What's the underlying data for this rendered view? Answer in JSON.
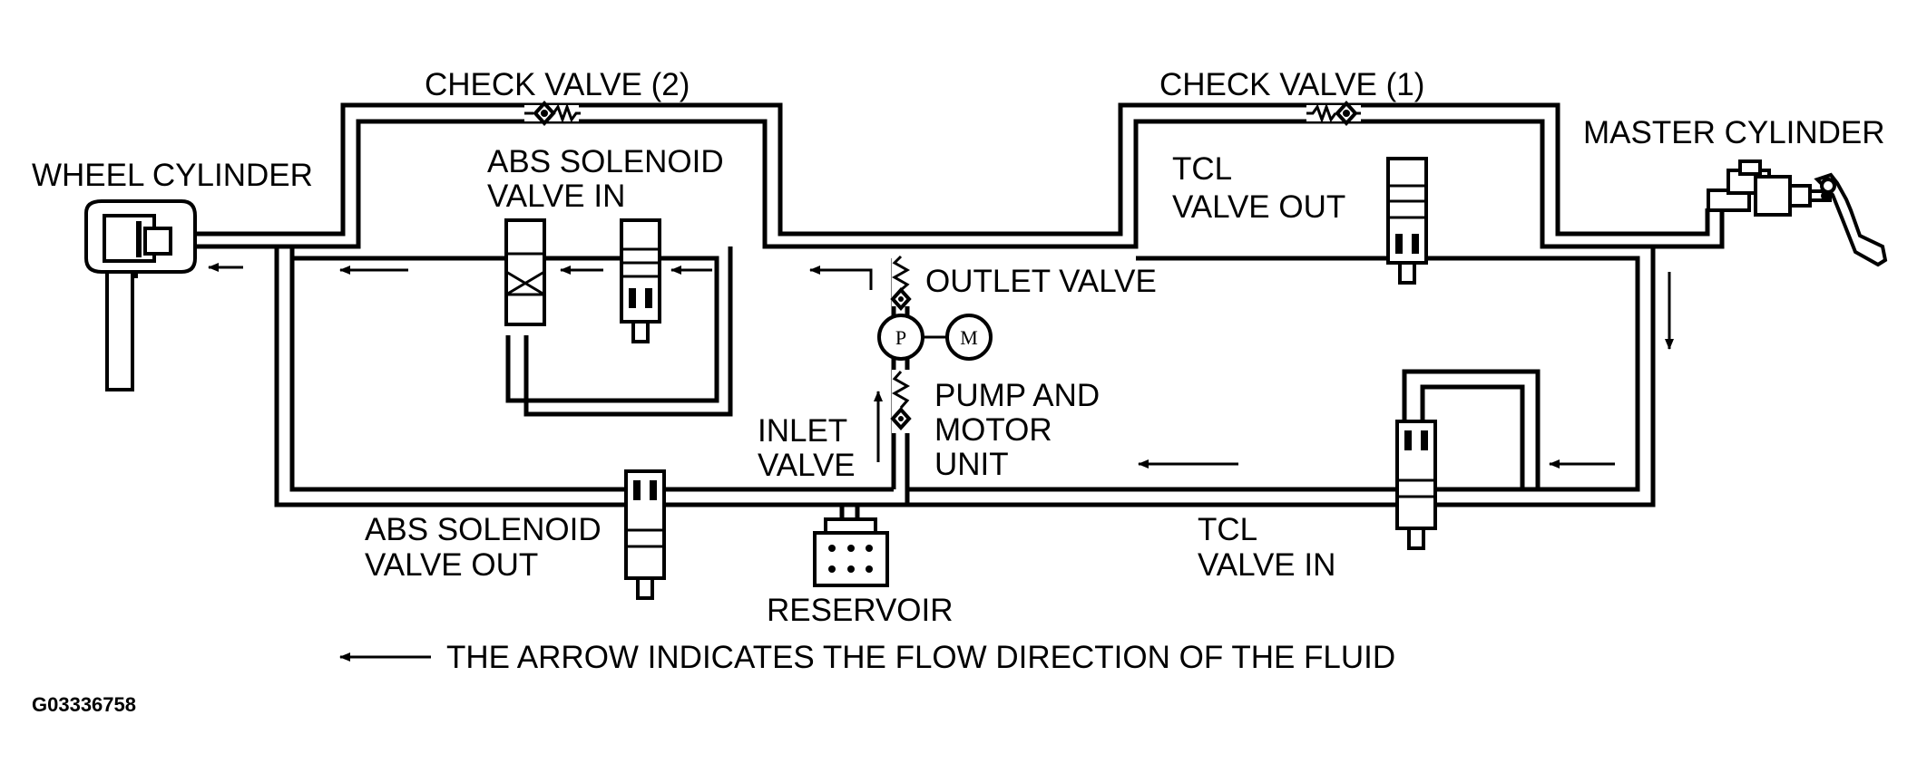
{
  "labels": {
    "check_valve_2": "CHECK VALVE (2)",
    "check_valve_1": "CHECK VALVE (1)",
    "wheel_cylinder": "WHEEL CYLINDER",
    "master_cylinder": "MASTER CYLINDER",
    "abs_solenoid_in_line1": "ABS SOLENOID",
    "abs_solenoid_in_line2": "VALVE IN",
    "tcl_out_line1": "TCL",
    "tcl_out_line2": "VALVE OUT",
    "outlet_valve": "OUTLET VALVE",
    "pump_and_line1": "PUMP AND",
    "pump_and_line2": "MOTOR",
    "pump_and_line3": "UNIT",
    "inlet_valve_line1": "INLET",
    "inlet_valve_line2": "VALVE",
    "abs_solenoid_out_line1": "ABS SOLENOID",
    "abs_solenoid_out_line2": "VALVE OUT",
    "tcl_in_line1": "TCL",
    "tcl_in_line2": "VALVE IN",
    "reservoir": "RESERVOIR",
    "pump_symbol": "P",
    "motor_symbol": "M"
  },
  "legend": {
    "text": "THE ARROW INDICATES THE FLOW DIRECTION OF THE FLUID"
  },
  "figure_code": "G03336758",
  "icons": {
    "check_valve": "check-valve-icon",
    "solenoid_valve": "solenoid-valve-icon",
    "pump": "pump-icon",
    "motor": "motor-icon",
    "reservoir": "reservoir-icon",
    "flow_arrow": "flow-arrow-icon"
  }
}
